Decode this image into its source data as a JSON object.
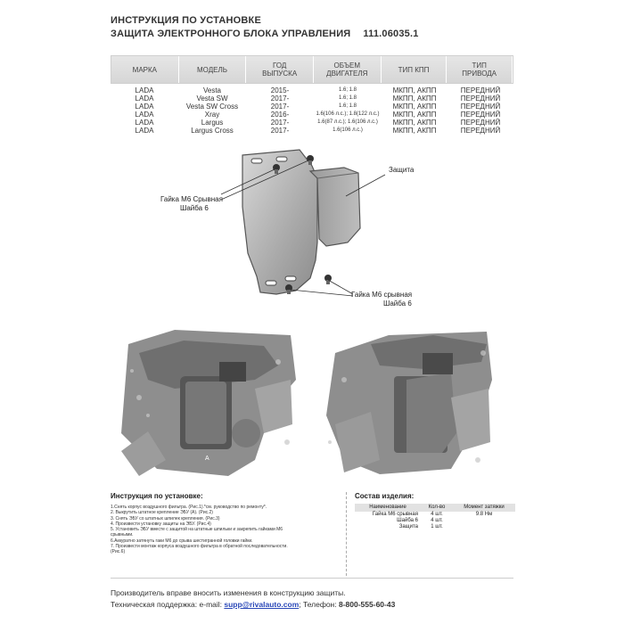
{
  "header": {
    "line1": "ИНСТРУКЦИЯ ПО УСТАНОВКЕ",
    "line2": "ЗАЩИТА ЭЛЕКТРОННОГО БЛОКА УПРАВЛЕНИЯ",
    "code": "111.06035.1"
  },
  "compat_table": {
    "headers": [
      "МАРКА",
      "МОДЕЛЬ",
      "ГОД ВЫПУСКА",
      "ОБЪЕМ ДВИГАТЕЛЯ",
      "ТИП КПП",
      "ТИП ПРИВОДА"
    ],
    "rows": [
      [
        "LADA",
        "Vesta",
        "2015-",
        "1.6; 1.8",
        "МКПП, АКПП",
        "ПЕРЕДНИЙ"
      ],
      [
        "LADA",
        "Vesta SW",
        "2017-",
        "1.6; 1.8",
        "МКПП, АКПП",
        "ПЕРЕДНИЙ"
      ],
      [
        "LADA",
        "Vesta SW Cross",
        "2017-",
        "1.6; 1.8",
        "МКПП, АКПП",
        "ПЕРЕДНИЙ"
      ],
      [
        "LADA",
        "Xray",
        "2016-",
        "1.6(106 л.с.); 1.8(122 л.с.)",
        "МКПП, АКПП",
        "ПЕРЕДНИЙ"
      ],
      [
        "LADA",
        "Largus",
        "2017-",
        "1.6(87 л.с.); 1.6(106 л.с.)",
        "МКПП, АКПП",
        "ПЕРЕДНИЙ"
      ],
      [
        "LADA",
        "Largus Cross",
        "2017-",
        "1.6(106 л.с.)",
        "МКПП, АКПП",
        "ПЕРЕДНИЙ"
      ]
    ]
  },
  "drawing": {
    "label_protection": "Защита",
    "label_nut_left_1": "Гайка М6 Срывная",
    "label_nut_left_2": "Шайба 6",
    "label_nut_right_1": "Гайка М6 срывная",
    "label_nut_right_2": "Шайба 6"
  },
  "instructions": {
    "title": "Инструкция по установке:",
    "steps": [
      "1.Снять корпус воздушного фильтра. (Рис.1).*см. руководство по ремонту*.",
      "2. Выкрутить штатное крепление ЭБУ (А). (Рис.2)",
      "3. Снять ЭБУ со штатных шпилек крепления. (Рис.3)",
      "4. Произвести установку защиты на ЭБУ. (Рис.4)",
      "5. Установить ЭБУ вместе с защитой на штатные шпильки и закрепить гайками М6",
      "срывными.",
      "6.Аккуратно затянуть гаки М6 до срыва шестигранной головки гайки.",
      "7. Произвести монтаж корпуса воздушного фильтра в обратной последовательности.",
      "(Рис.6)"
    ]
  },
  "composition": {
    "title": "Состав изделия:",
    "headers": [
      "Наименование",
      "Кол-во",
      "Момент затяжки"
    ],
    "rows": [
      [
        "Гайка М6 срывная",
        "4 шт.",
        "9.8 Нм"
      ],
      [
        "Шайба 6",
        "4 шт.",
        ""
      ],
      [
        "Защита",
        "1 шт.",
        ""
      ]
    ]
  },
  "footer": {
    "line1": "Производитель вправе вносить изменения в конструкцию защиты.",
    "line2_prefix": "Техническая поддержка: e-mail:",
    "email": "supp@rivalauto.com",
    "phone_prefix": "; Телефон:",
    "phone": "8-800-555-60-43"
  }
}
